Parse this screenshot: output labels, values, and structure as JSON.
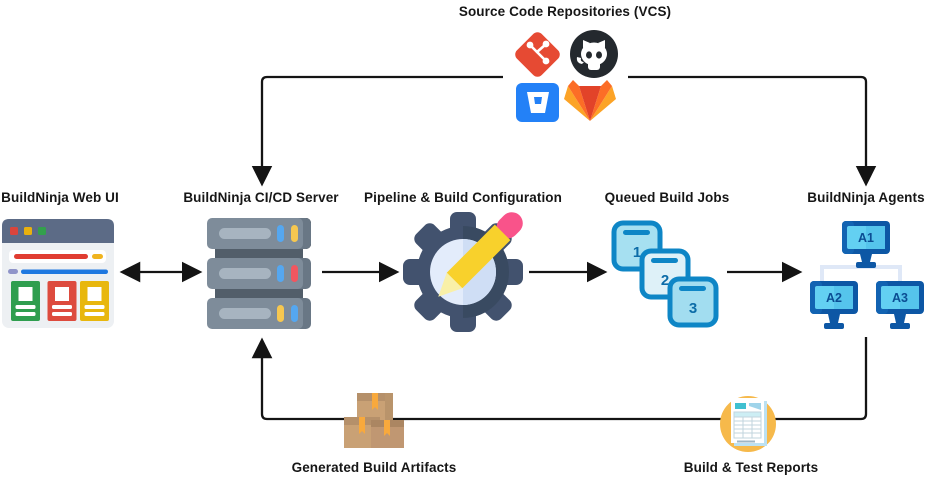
{
  "diagram": {
    "title": "Source Code Repositories (VCS)",
    "labels": {
      "web_ui": "BuildNinja Web UI",
      "server": "BuildNinja CI/CD Server",
      "pipeline": "Pipeline & Build Configuration",
      "queue": "Queued Build Jobs",
      "agents": "BuildNinja Agents",
      "artifacts": "Generated Build Artifacts",
      "reports": "Build & Test Reports"
    },
    "queue_jobs": [
      "1",
      "2",
      "3"
    ],
    "agent_names": [
      "A1",
      "A2",
      "A3"
    ],
    "vcs_providers": [
      "git",
      "github",
      "bitbucket",
      "gitlab"
    ],
    "colors": {
      "arrow": "#141414",
      "git_red": "#e64a33",
      "github_dark": "#24292e",
      "bitbucket_blue": "#2381f7",
      "gitlab_orange": "#fc6d26",
      "gitlab_red": "#e24329",
      "gitlab_yellow": "#fca326",
      "server_gray": "#7e8c9a",
      "gear_slate": "#42526e",
      "pencil_yellow": "#f8d12c",
      "pencil_pink": "#f9538a",
      "queue_border": "#0e86c6",
      "queue_fill_light": "#a6e0f1",
      "monitor_frame": "#0d57a5",
      "monitor_screen": "#63d0f2",
      "box_tan": "#c9a175",
      "tape_orange": "#f8a93c",
      "report_circle": "#f6b94b"
    }
  }
}
